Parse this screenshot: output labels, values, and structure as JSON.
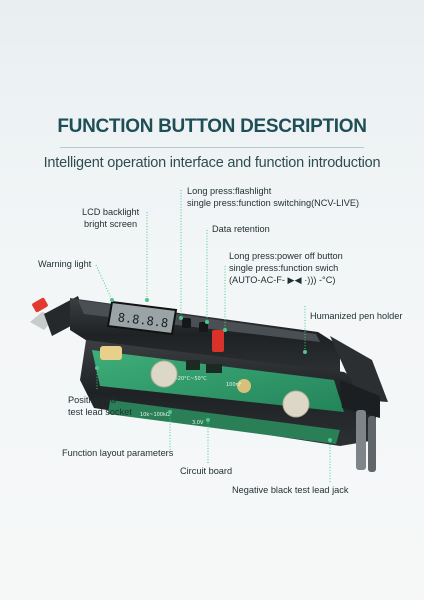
{
  "header": {
    "title": "FUNCTION BUTTON DESCRIPTION",
    "subtitle": "Intelligent operation interface and function introduction"
  },
  "labels": {
    "flashlight_line1": "Long press:flashlight",
    "flashlight_line2": "single press:function switching(NCV-LIVE)",
    "lcd_line1": "LCD backlight",
    "lcd_line2": "bright screen",
    "data_retention": "Data retention",
    "power_line1": "Long press:power off button",
    "power_line2": "single press:function swich",
    "power_line3": "(AUTO-AC-F- ▶◀ ·))) -°C)",
    "warning_light": "Warning light",
    "pen_holder": "Humanized pen holder",
    "positive_line1": "Positive red",
    "positive_line2": "test lead socket",
    "layout_params": "Function layout parameters",
    "circuit_board": "Circuit board",
    "negative_jack": "Negative black test lead jack"
  },
  "device": {
    "lcd_digits": "8.8.8.8",
    "pcb_text_1": "-20°C~50°C",
    "pcb_text_2": "100nF",
    "pcb_text_3": "10k~100kΩ",
    "pcb_text_4": "3.0V"
  },
  "colors": {
    "accent_green": "#4cc88a",
    "title": "#1f4f56",
    "body_dark": "#2a2d2f",
    "pcb": "#2f9e6c",
    "red_button": "#d8322a"
  }
}
